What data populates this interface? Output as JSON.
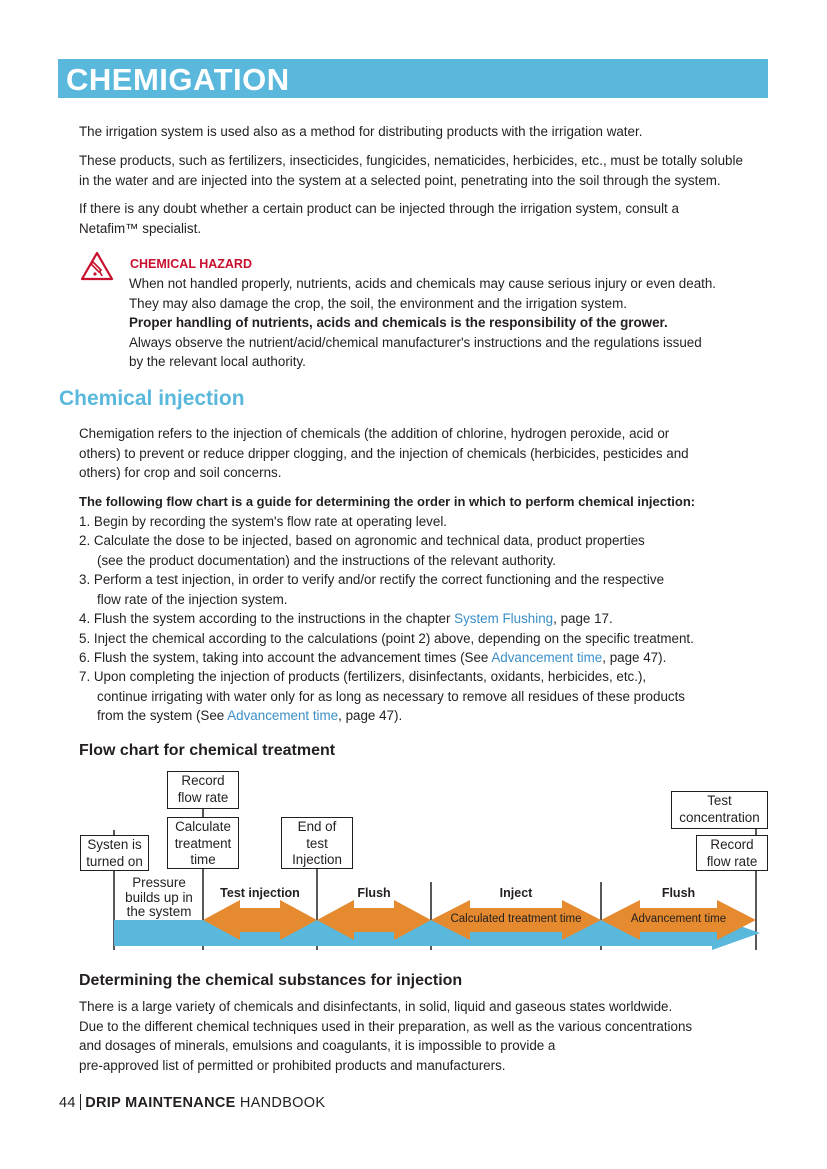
{
  "header": {
    "title": "CHEMIGATION"
  },
  "intro": {
    "p1": "The irrigation system is used also as a method for distributing products with the irrigation water.",
    "p2_l1": "These products, such as fertilizers, insecticides, fungicides, nematicides, herbicides, etc., must be totally soluble",
    "p2_l2": "in the water and are injected into the system at a selected point, penetrating into the soil through the system.",
    "p3_l1": "If there is any doubt whether a certain product can be injected through the irrigation system, consult a",
    "p3_l2": "Netafim™ specialist."
  },
  "hazard": {
    "title": "CHEMICAL HAZARD",
    "l1": "When not handled properly, nutrients, acids and chemicals may cause serious injury or even death.",
    "l2": "They may also damage the crop, the soil, the environment and the irrigation system.",
    "l3": "Proper handling of nutrients, acids and chemicals is the responsibility of the grower.",
    "l4": "Always observe the nutrient/acid/chemical manufacturer's instructions and the regulations issued",
    "l5": "by the relevant local authority."
  },
  "injection": {
    "heading": "Chemical injection",
    "p_l1": "Chemigation refers to the injection of chemicals (the addition of chlorine, hydrogen peroxide, acid or",
    "p_l2": "others) to prevent or reduce dripper clogging, and the injection of chemicals (herbicides, pesticides and",
    "p_l3": "others) for crop and soil concerns.",
    "guide": "The following flow chart is a guide for determining the order in which to perform chemical injection:",
    "s1": "1. Begin by recording the system's flow rate at operating level.",
    "s2_l1": "2. Calculate the dose to be injected, based on agronomic and technical data, product properties",
    "s2_l2": "(see the product documentation) and the instructions of the relevant authority.",
    "s3_l1": "3. Perform a test injection, in order to verify and/or rectify the correct functioning and the respective",
    "s3_l2": "flow rate of the injection system.",
    "s4_a": "4. Flush the system according to the instructions in the chapter ",
    "s4_link": "System Flushing",
    "s4_b": ", page 17.",
    "s5": "5. Inject the chemical according to the calculations (point 2) above, depending on the specific treatment.",
    "s6_a": "6. Flush the system, taking into account the advancement times (See ",
    "s6_link": "Advancement time",
    "s6_b": ", page 47).",
    "s7_l1": "7. Upon completing the injection of products (fertilizers, disinfectants, oxidants, herbicides, etc.),",
    "s7_l2": "continue irrigating with water only for as long as necessary to remove all residues of these products",
    "s7_l3a": "from the system (See ",
    "s7_link": "Advancement time",
    "s7_l3b": ", page 47)."
  },
  "flowchart": {
    "heading": "Flow chart for chemical treatment",
    "box_record1_l1": "Record",
    "box_record1_l2": "flow rate",
    "box_calc_l1": "Calculate",
    "box_calc_l2": "treatment",
    "box_calc_l3": "time",
    "box_end_l1": "End of",
    "box_end_l2": "test",
    "box_end_l3": "Injection",
    "box_systen_l1": "Systen is",
    "box_systen_l2": "turned on",
    "box_test_l1": "Test",
    "box_test_l2": "concentration",
    "box_record2_l1": "Record",
    "box_record2_l2": "flow rate",
    "pressure_l1": "Pressure",
    "pressure_l2": "builds up in",
    "pressure_l3": "the system",
    "phase_test": "Test injection",
    "phase_flush1": "Flush",
    "phase_inject": "Inject",
    "phase_flush2": "Flush",
    "label_calc_time": "Calculated treatment time",
    "label_adv_time": "Advancement time",
    "colors": {
      "blue": "#5ab8dc",
      "orange": "#e58a2e"
    }
  },
  "substances": {
    "heading": "Determining the chemical substances for injection",
    "l1": "There is a large variety of chemicals and disinfectants, in solid, liquid and gaseous states worldwide.",
    "l2": "Due to the different chemical techniques used in their preparation, as well as the various concentrations",
    "l3": "and dosages of minerals, emulsions and coagulants, it is impossible to provide a",
    "l4": "pre-approved list of permitted or prohibited products and manufacturers."
  },
  "footer": {
    "page": "44",
    "bold": "DRIP MAINTENANCE",
    "rest": " HANDBOOK"
  }
}
